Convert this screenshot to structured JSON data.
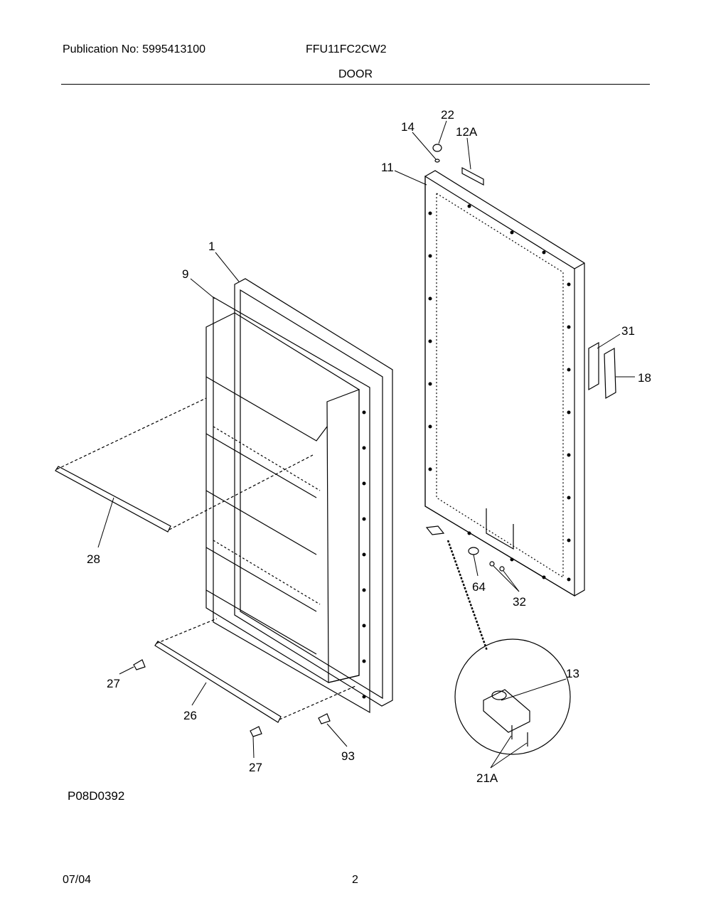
{
  "header": {
    "publication": "Publication No: 5995413100",
    "model": "FFU11FC2CW2",
    "section": "DOOR"
  },
  "diagram": {
    "callouts": [
      "22",
      "14",
      "12A",
      "11",
      "1",
      "9",
      "31",
      "18",
      "28",
      "64",
      "32",
      "13",
      "27",
      "26",
      "27",
      "93",
      "21A"
    ],
    "figure_code": "P08D0392"
  },
  "footer": {
    "date": "07/04",
    "page": "2"
  }
}
